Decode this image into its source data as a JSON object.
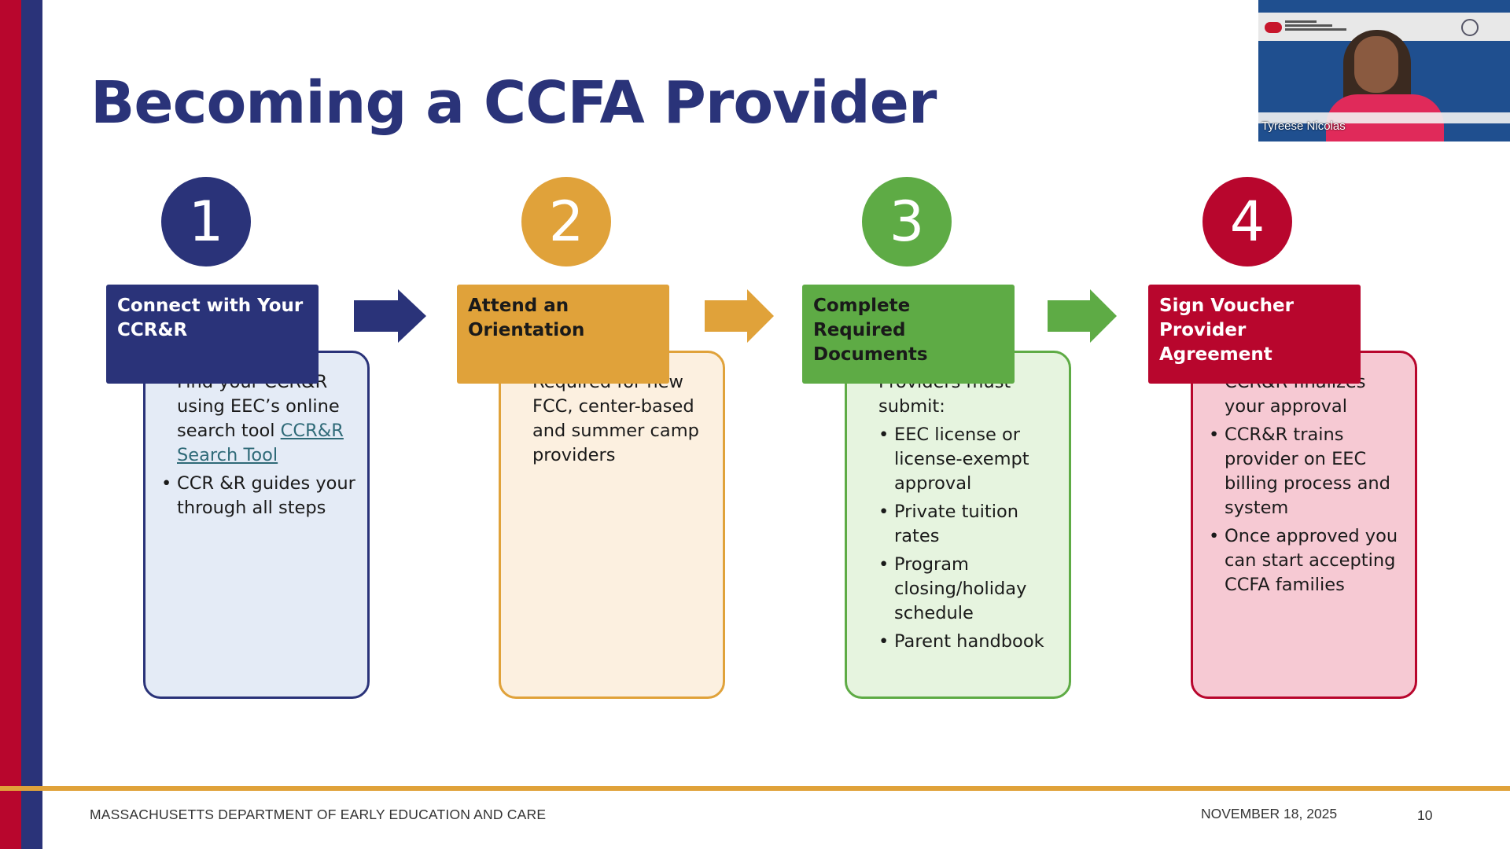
{
  "slide": {
    "title": "Becoming a CCFA Provider",
    "steps": [
      {
        "number": "1",
        "color": "#2a3379",
        "box_fill": "#e4ebf6",
        "heading": [
          "Connect with Your",
          "CCR&R"
        ],
        "bullets": [
          {
            "text": "Find your CCR&R using EEC’s online search tool ",
            "link": "CCR&R Search Tool"
          },
          {
            "text": "CCR &R guides your through all steps"
          }
        ]
      },
      {
        "number": "2",
        "color": "#e0a23a",
        "box_fill": "#fcf0e0",
        "heading": [
          "Attend an",
          "Orientation"
        ],
        "bullets": [
          {
            "text": "Required for new FCC, center-based and summer camp providers"
          }
        ]
      },
      {
        "number": "3",
        "color": "#5eab45",
        "box_fill": "#e6f4df",
        "heading": [
          "Complete Required",
          "Documents"
        ],
        "bullets": [
          {
            "text": "Providers must submit:",
            "sub": [
              "EEC license or license-exempt approval",
              "Private tuition rates",
              "Program closing/holiday schedule",
              "Parent handbook"
            ]
          }
        ]
      },
      {
        "number": "4",
        "color": "#b8062d",
        "box_fill": "#f6c9d3",
        "heading": [
          "Sign Voucher",
          "Provider Agreement"
        ],
        "bullets": [
          {
            "text": "CCR&R finalizes your approval"
          },
          {
            "text": "CCR&R trains provider on EEC billing process and system"
          },
          {
            "text": "Once approved you can start accepting CCFA families"
          }
        ]
      }
    ]
  },
  "footer": {
    "org": "MASSACHUSETTS DEPARTMENT OF EARLY EDUCATION AND CARE",
    "date": "NOVEMBER 18, 2025",
    "page": "10"
  },
  "video": {
    "participant_name": "Tyreese Nicolas"
  },
  "colors": {
    "brand_red": "#b8062d",
    "brand_blue": "#2a3379",
    "brand_gold": "#e0a23a",
    "brand_green": "#5eab45"
  }
}
